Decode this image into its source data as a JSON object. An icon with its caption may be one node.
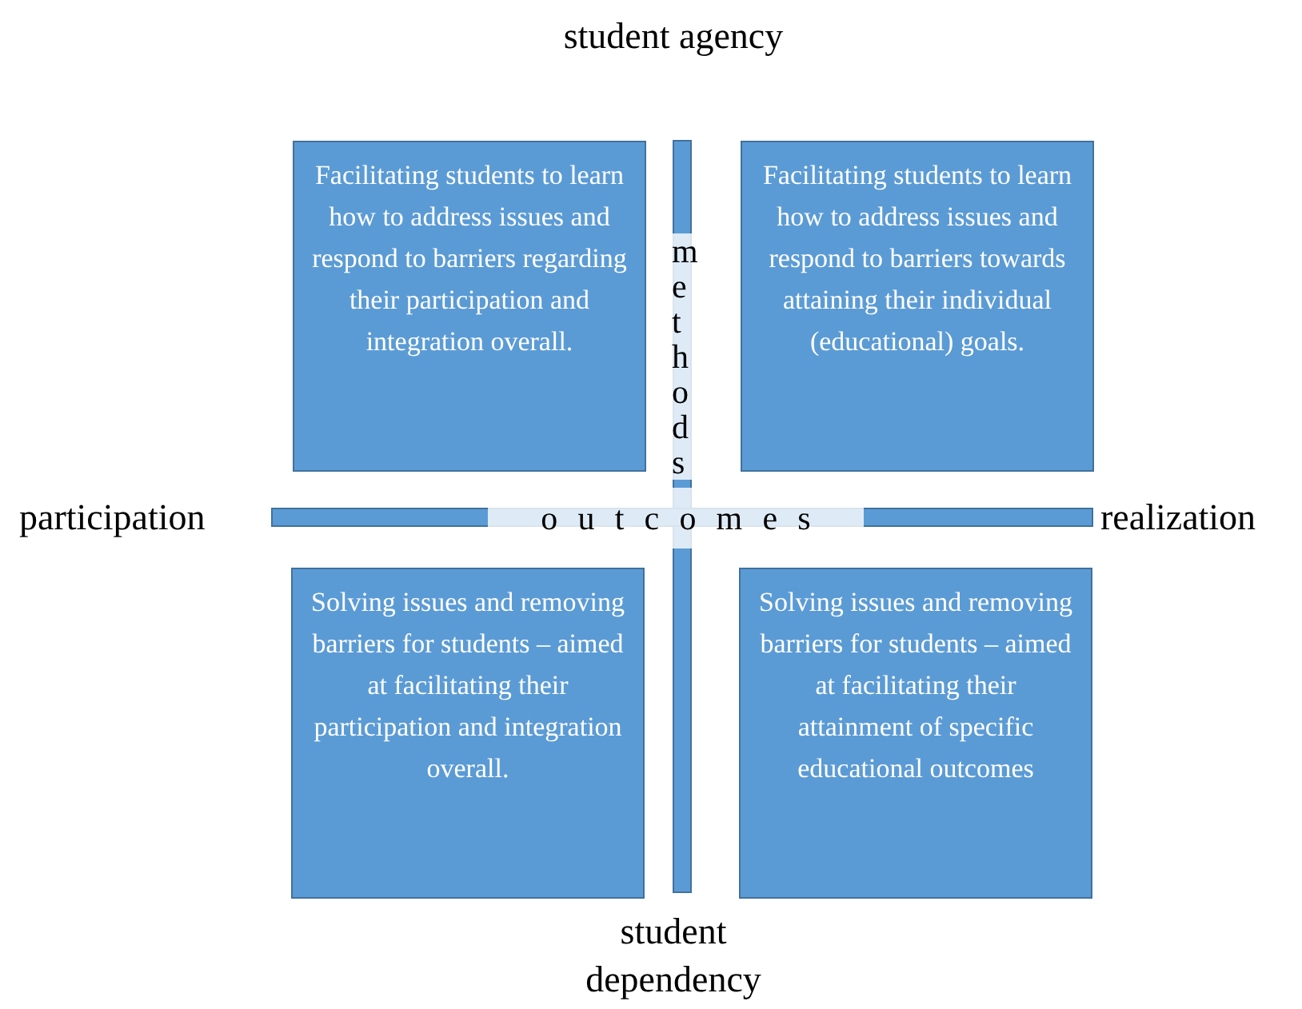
{
  "diagram": {
    "nodes": [
      {
        "text": [
          "Facilitating students to learn how to address issues and respond to barriers regarding their participation and integration overall."
        ]
      },
      {
        "text": [
          "Facilitating students to learn how to address issues and respond to barriers towards attaining their individual (educational) goals."
        ]
      },
      {
        "text": [
          "Solving issues and removing barriers for students – aimed at facilitating their participation and integration overall."
        ]
      },
      {
        "text": [
          "Solving issues and removing barriers for students – aimed at facilitating their attainment of specific educational outcomes"
        ]
      }
    ],
    "labels": [
      "student agency",
      "methods",
      "participation",
      "outcomes",
      "realization",
      "student dependency"
    ]
  }
}
